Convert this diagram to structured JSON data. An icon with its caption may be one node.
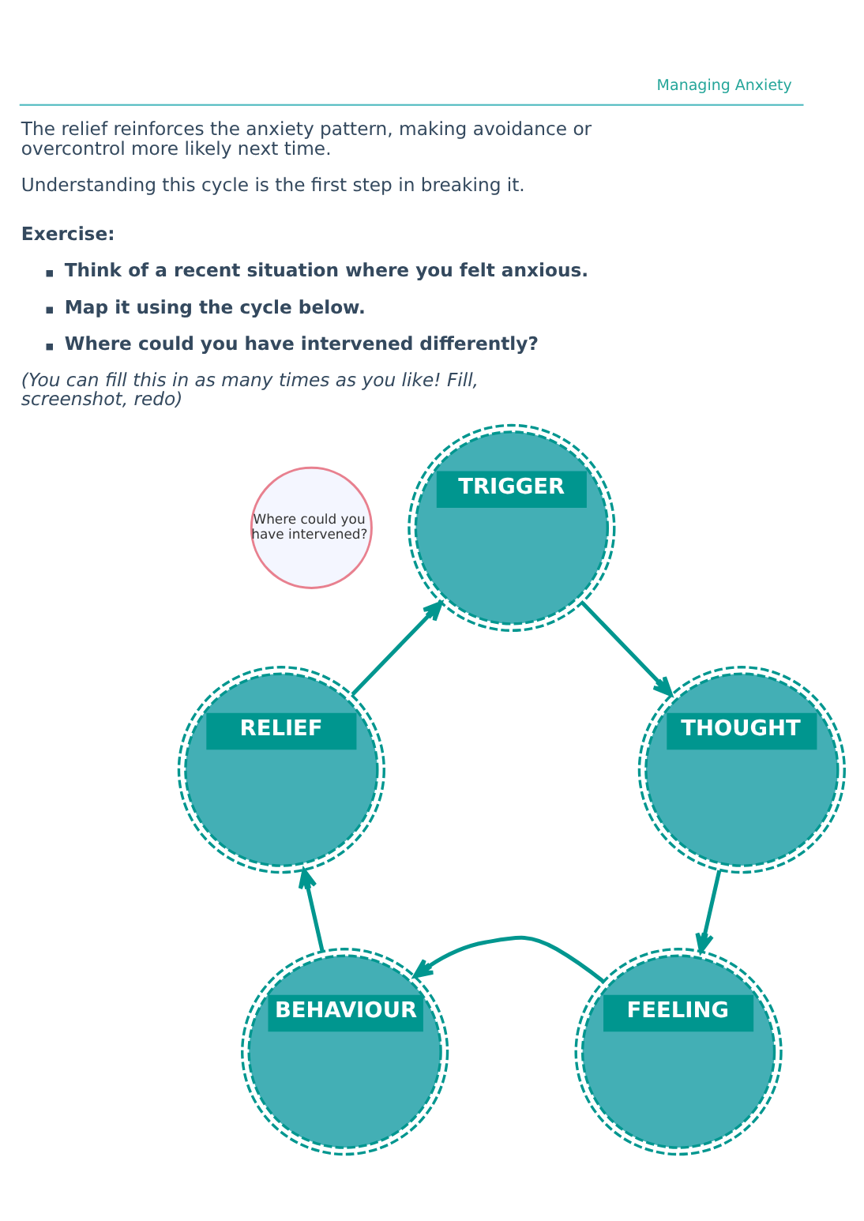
{
  "diagram": {
    "nodes": [
      {
        "text": [
          "TRIGGER"
        ]
      },
      {
        "text": [
          "THOUGHT"
        ]
      },
      {
        "text": [
          "FEELING"
        ]
      },
      {
        "text": [
          "BEHAVIOUR"
        ]
      },
      {
        "text": [
          "RELIEF"
        ]
      },
      {
        "text": [
          "Where could you have intervened?"
        ]
      }
    ],
    "edges": [
      {
        "from": 0,
        "to": 1,
        "arrow": "to"
      },
      {
        "from": 1,
        "to": 2,
        "arrow": "to"
      },
      {
        "from": 2,
        "to": 3,
        "arrow": "to"
      },
      {
        "from": 3,
        "to": 4,
        "arrow": "to"
      },
      {
        "from": 4,
        "to": 0,
        "arrow": "to"
      }
    ],
    "labels": [
      "Managing Anxiety",
      "The relief reinforces the anxiety pattern, making avoidance or overcontrol more likely next time.",
      "Understanding this cycle is the first step in breaking it.",
      "Exercise:",
      "Think of a recent situation where you felt anxious.",
      "Map it using the cycle below.",
      "Where could you have intervened differently?",
      "(You can fill this in as many times as you like! Fill, screenshot, redo)"
    ]
  }
}
